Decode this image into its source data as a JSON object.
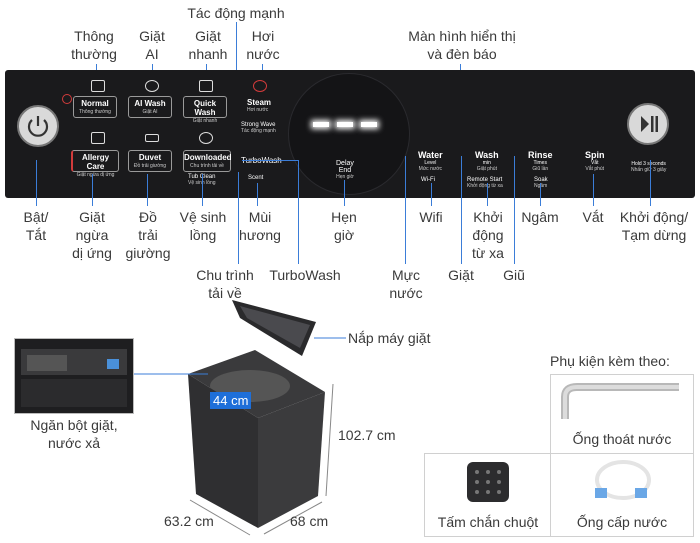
{
  "top_labels": {
    "thong_thuong": [
      "Thông",
      "thường"
    ],
    "giat_ai": [
      "Giặt",
      "AI"
    ],
    "giat_nhanh": [
      "Giặt",
      "nhanh"
    ],
    "tac_dong_manh": "Tác động mạnh",
    "hoi_nuoc": [
      "Hơi",
      "nước"
    ],
    "man_hinh": [
      "Màn hình hiển thị",
      "và đèn báo"
    ]
  },
  "bottom_labels": {
    "bat_tat": [
      "Bật/",
      "Tắt"
    ],
    "giat_ngua_di_ung": [
      "Giặt",
      "ngừa",
      "dị ứng"
    ],
    "do_trai_giuong": [
      "Đồ",
      "trải",
      "giường"
    ],
    "ve_sinh_long": [
      "Vệ sinh",
      "lồng"
    ],
    "mui_huong": [
      "Mùi",
      "hương"
    ],
    "hen_gio": [
      "Hẹn",
      "giờ"
    ],
    "wifi": "Wifi",
    "khoi_dong_tu_xa": [
      "Khởi",
      "động",
      "từ xa"
    ],
    "ngam": "Ngâm",
    "vat": "Vắt",
    "khoi_dong_tam_dung": [
      "Khởi động/",
      "Tạm dừng"
    ],
    "chu_trinh_tai_ve": [
      "Chu trình",
      "tải về"
    ],
    "turbowash": "TurboWash",
    "muc_nuoc": [
      "Mực",
      "nước"
    ],
    "giat": "Giặt",
    "giu": "Giũ"
  },
  "panel": {
    "buttons": {
      "normal": {
        "title": "Normal",
        "sub": "Thông thường"
      },
      "aiwash": {
        "title": "AI Wash",
        "sub": "Giặt AI"
      },
      "quickwash": {
        "title": "Quick Wash",
        "sub": "Giặt nhanh"
      },
      "allergy": {
        "title": "Allergy Care",
        "sub": "Giặt ngừa dị ứng"
      },
      "duvet": {
        "title": "Duvet",
        "sub": "Đồ trải giường"
      },
      "downloaded": {
        "title": "Downloaded",
        "sub": "Chu trình tải về"
      }
    },
    "steam": {
      "title": "Steam",
      "sub": "Hơi nước"
    },
    "strong_wave": {
      "title": "Strong Wave",
      "sub": "Tác động mạnh"
    },
    "turbowash": "TurboWash",
    "tub_clean": {
      "title": "Tub Clean",
      "sub": "Vệ sinh lồng"
    },
    "scent": "Scent",
    "delay": {
      "title": "Delay",
      "title2": "End",
      "sub": "Hẹn giờ"
    },
    "columns": {
      "water": {
        "title": "Water",
        "l1": "Level",
        "l2": "Mức nước"
      },
      "wash": {
        "title": "Wash",
        "l1": "min",
        "l2": "Giặt phút"
      },
      "rinse": {
        "title": "Rinse",
        "l1": "Times",
        "l2": "Giũ lần"
      },
      "spin": {
        "title": "Spin",
        "l1": "Vắt",
        "l2": "Vắt phút"
      }
    },
    "wifi": "Wi-Fi",
    "remote": {
      "title": "Remote Start",
      "sub": "Khởi động từ xa"
    },
    "soak": {
      "title": "Soak",
      "sub": "Ngâm"
    },
    "hold": {
      "title": "Hold 3 seconds",
      "sub": "Nhấn giữ 3 giây"
    }
  },
  "machine": {
    "lid_label": "Nắp máy giặt",
    "diameter": "44 cm",
    "height": "102.7 cm",
    "width": "63.2 cm",
    "depth": "68 cm",
    "tray_label": [
      "Ngăn bột giặt,",
      "nước xả"
    ]
  },
  "accessories": {
    "title": "Phụ kiện kèm theo:",
    "drain_hose": "Ống thoát nước",
    "mouse_guard": "Tấm chắn chuột",
    "inlet_hose": "Ống cấp nước"
  },
  "colors": {
    "callout_line": "#3b7dd8",
    "panel": "#1a1a1c",
    "accent_red": "#d23b3b",
    "diameter_badge": "#1e6fd9"
  }
}
